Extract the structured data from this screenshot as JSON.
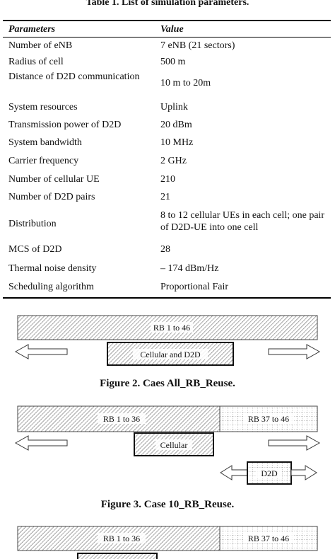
{
  "table": {
    "caption": "Table 1. List of simulation parameters.",
    "header": {
      "param": "Parameters",
      "value": "Value"
    },
    "rows": [
      {
        "param": "Number of eNB",
        "value": "7 eNB (21 sectors)"
      },
      {
        "param": "Radius of cell",
        "value": "500 m"
      },
      {
        "param": "Distance of D2D communication",
        "value": "10 m to 20m"
      },
      {
        "param": "System resources",
        "value": "Uplink"
      },
      {
        "param": "Transmission power of D2D",
        "value": "20 dBm"
      },
      {
        "param": "System bandwidth",
        "value": "10 MHz"
      },
      {
        "param": "Carrier frequency",
        "value": "2 GHz"
      },
      {
        "param": "Number of cellular UE",
        "value": "210"
      },
      {
        "param": "Number of D2D pairs",
        "value": "21"
      },
      {
        "param": "Distribution",
        "value": "8 to 12 cellular UEs in each cell; one pair of D2D-UE into one cell"
      },
      {
        "param": "MCS of D2D",
        "value": "28"
      },
      {
        "param": "Thermal noise density",
        "value": "– 174 dBm/Hz"
      },
      {
        "param": "Scheduling algorithm",
        "value": "Proportional Fair"
      }
    ]
  },
  "figures": {
    "fig2": {
      "bar_label": "RB 1 to 46",
      "box_label": "Cellular and D2D",
      "caption": "Figure 2. Caes All_RB_Reuse."
    },
    "fig3": {
      "bar_label_left": "RB 1 to 36",
      "bar_label_right": "RB 37 to 46",
      "box_label": "Cellular",
      "d2d_label": "D2D",
      "caption": "Figure 3. Case 10_RB_Reuse."
    },
    "fig4": {
      "bar_label_left": "RB 1 to 36",
      "bar_label_right": "RB 37 to 46"
    }
  }
}
